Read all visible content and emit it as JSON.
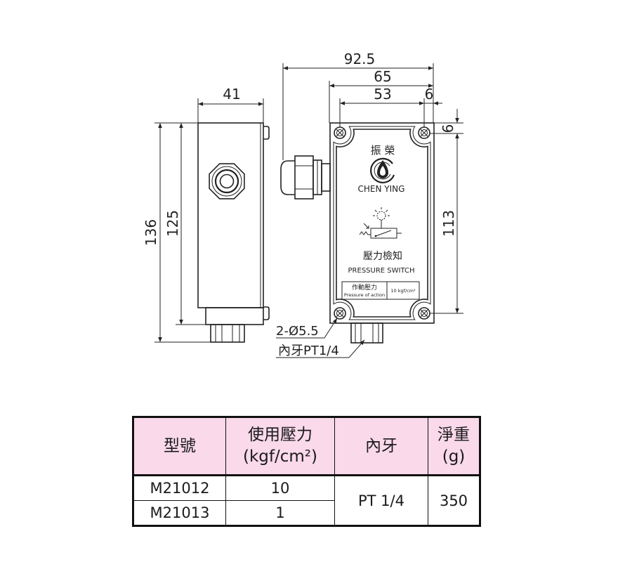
{
  "drawing": {
    "side_view": {
      "dim_width": "41",
      "dim_overall_height": "136",
      "dim_body_height": "125"
    },
    "front_view": {
      "dim_overall_width": "92.5",
      "dim_body_width": "65",
      "dim_hole_pitch_x": "53",
      "dim_hole_offset_x": "6",
      "dim_hole_offset_y": "6",
      "dim_hole_pitch_y": "113",
      "callout_holes": "2-Ø5.5",
      "callout_port": "內牙PT1/4",
      "nameplate": {
        "brand_cn": "振 榮",
        "brand_en": "CHEN YING",
        "product_cn": "壓力檢知",
        "product_en": "PRESSURE SWITCH",
        "rating_label_cn": "作動壓力",
        "rating_label_en": "Pressure of action",
        "rating_value": "10  kgf/cm²"
      },
      "icons": [
        "brand-logo-icon",
        "pressure-switch-symbol-icon",
        "screw-icon"
      ]
    }
  },
  "spec_table": {
    "header_bg": "#f9d9ea",
    "headers": [
      {
        "lines": [
          "型號"
        ]
      },
      {
        "lines": [
          "使用壓力",
          "(kgf/cm²)"
        ]
      },
      {
        "lines": [
          "內牙"
        ]
      },
      {
        "lines": [
          "淨重",
          "(g)"
        ]
      }
    ],
    "rows": [
      {
        "model": "M21012",
        "pressure": "10"
      },
      {
        "model": "M21013",
        "pressure": "1"
      }
    ],
    "shared": {
      "thread": "PT 1/4",
      "weight": "350"
    }
  }
}
